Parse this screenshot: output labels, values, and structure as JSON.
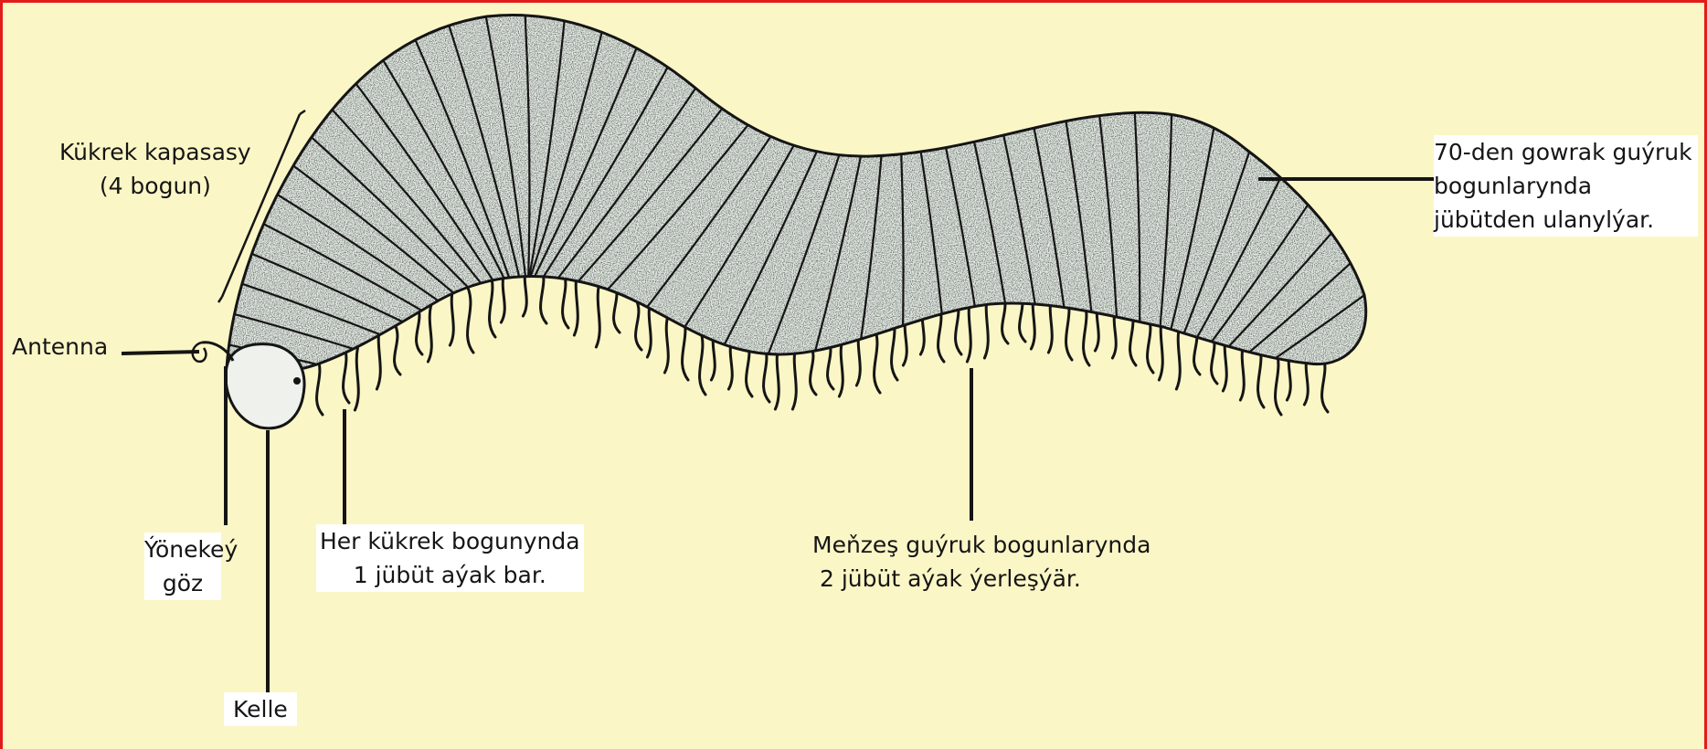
{
  "image": {
    "subject": "millipede",
    "colors": {
      "frame": "#e21b1b",
      "background": "#fbf6c6",
      "body_fill": "#e9eee9",
      "ink": "#151515"
    }
  },
  "labels": {
    "thorax": [
      "Kükrek kapasasy",
      "(4 bogun)"
    ],
    "antenna": "Antenna",
    "simple_eye": [
      "Ýönekeý",
      "göz"
    ],
    "head": "Kelle",
    "thorax_legs": [
      "Her kükrek bogunynda",
      "1 jübüt aýak bar."
    ],
    "abdomen_legs": [
      "Meňzeş guýruk bogunlarynda",
      "2  jübüt aýak ýerleşýär."
    ],
    "abdomen": [
      "70-den gowrak guýruk",
      "bogunlarynda",
      "jübütden ulanylýar."
    ]
  }
}
